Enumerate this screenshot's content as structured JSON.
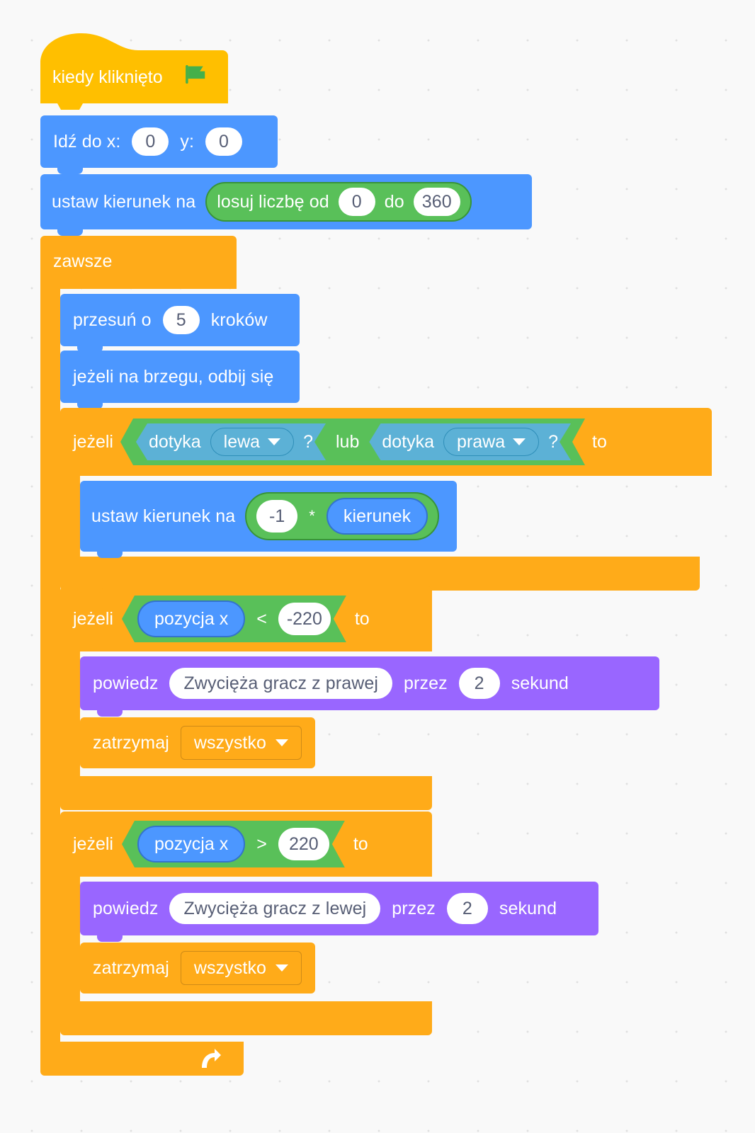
{
  "editor": {
    "language": "pl",
    "canvas_label": "scratch-block-canvas",
    "background_color": "#f9f9f9"
  },
  "palette_colors": {
    "events_yellow": "#FFBF00",
    "motion_blue": "#4C97FF",
    "control_orange": "#FFAB19",
    "operators_green": "#59C059",
    "sensing_blue": "#5CB1D6",
    "looks_purple": "#9966FF",
    "input_white": "#FFFFFF",
    "input_text": "#575E75"
  },
  "script": {
    "hat": {
      "label": "kiedy kliknięto",
      "icon": "green-flag-icon"
    },
    "goto": {
      "label_x": "Idź do x:",
      "value_x": "0",
      "label_y": "y:",
      "value_y": "0"
    },
    "set_direction_random": {
      "label": "ustaw kierunek na",
      "operator": {
        "label_from": "losuj liczbę od",
        "value_from": "0",
        "label_to": "do",
        "value_to": "360"
      }
    },
    "forever": {
      "label": "zawsze",
      "loop_icon": "loop-arrow-icon"
    },
    "move": {
      "label_prefix": "przesuń o",
      "value": "5",
      "label_suffix": "kroków"
    },
    "bounce": {
      "label": "jeżeli na brzegu, odbij się"
    },
    "if_touching": {
      "label_if": "jeżeli",
      "label_then": "to",
      "or": {
        "label": "lub",
        "left": {
          "label": "dotyka",
          "target": "lewa",
          "suffix": "?",
          "dropdown_icon": "chevron-down-icon"
        },
        "right": {
          "label": "dotyka",
          "target": "prawa",
          "suffix": "?",
          "dropdown_icon": "chevron-down-icon"
        }
      },
      "body": {
        "set_direction": {
          "label": "ustaw kierunek na",
          "multiply": {
            "value_left": "-1",
            "operator": "*",
            "reporter_right": "kierunek"
          }
        }
      }
    },
    "if_left_edge": {
      "label_if": "jeżeli",
      "label_then": "to",
      "condition": {
        "reporter": "pozycja x",
        "operator": "<",
        "value": "-220"
      },
      "body": {
        "say": {
          "label_prefix": "powiedz",
          "message": "Zwycięża gracz z prawej",
          "label_mid": "przez",
          "seconds": "2",
          "label_suffix": "sekund"
        },
        "stop": {
          "label": "zatrzymaj",
          "option": "wszystko",
          "dropdown_icon": "chevron-down-icon"
        }
      }
    },
    "if_right_edge": {
      "label_if": "jeżeli",
      "label_then": "to",
      "condition": {
        "reporter": "pozycja x",
        "operator": ">",
        "value": "220"
      },
      "body": {
        "say": {
          "label_prefix": "powiedz",
          "message": "Zwycięża gracz z lewej",
          "label_mid": "przez",
          "seconds": "2",
          "label_suffix": "sekund"
        },
        "stop": {
          "label": "zatrzymaj",
          "option": "wszystko",
          "dropdown_icon": "chevron-down-icon"
        }
      }
    }
  }
}
